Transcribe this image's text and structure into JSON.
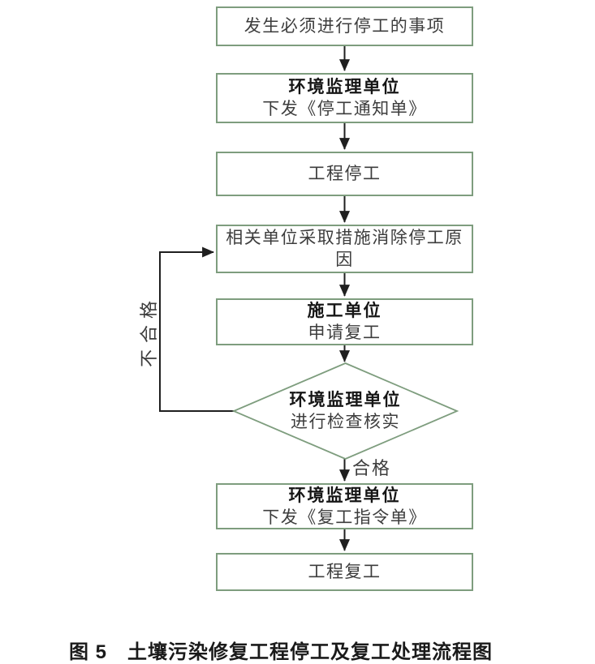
{
  "figure": {
    "caption": "图 5　土壤污染修复工程停工及复工处理流程图"
  },
  "colors": {
    "node_border": "#7e9d7e",
    "connector": "#1f1f1f",
    "text": "#3d3d3d",
    "text_bold": "#161616",
    "background": "#ffffff",
    "caption_text": "#1a1a1a"
  },
  "flowchart": {
    "direction": "top-down",
    "nodes": [
      {
        "id": "stop-event",
        "type": "rect",
        "lines": [
          {
            "text": "发生必须进行停工的事项",
            "bold": false
          }
        ]
      },
      {
        "id": "issue-stop-notice",
        "type": "rect",
        "lines": [
          {
            "text": "环境监理单位",
            "bold": true
          },
          {
            "text": "下发《停工通知单》",
            "bold": false
          }
        ]
      },
      {
        "id": "project-stopped",
        "type": "rect",
        "lines": [
          {
            "text": "工程停工",
            "bold": false
          }
        ]
      },
      {
        "id": "eliminate-cause",
        "type": "rect",
        "lines": [
          {
            "text": "相关单位采取措施消除停工原因",
            "bold": false
          }
        ]
      },
      {
        "id": "apply-resume",
        "type": "rect",
        "lines": [
          {
            "text": "施工单位",
            "bold": true
          },
          {
            "text": "申请复工",
            "bold": false
          }
        ]
      },
      {
        "id": "inspect-verify",
        "type": "diamond",
        "lines": [
          {
            "text": "环境监理单位",
            "bold": true
          },
          {
            "text": "进行检查核实",
            "bold": false
          }
        ]
      },
      {
        "id": "issue-resume-order",
        "type": "rect",
        "lines": [
          {
            "text": "环境监理单位",
            "bold": true
          },
          {
            "text": "下发《复工指令单》",
            "bold": false
          }
        ]
      },
      {
        "id": "project-resumed",
        "type": "rect",
        "lines": [
          {
            "text": "工程复工",
            "bold": false
          }
        ]
      }
    ],
    "edge_labels": {
      "pass": "合格",
      "fail": "不合格"
    }
  }
}
